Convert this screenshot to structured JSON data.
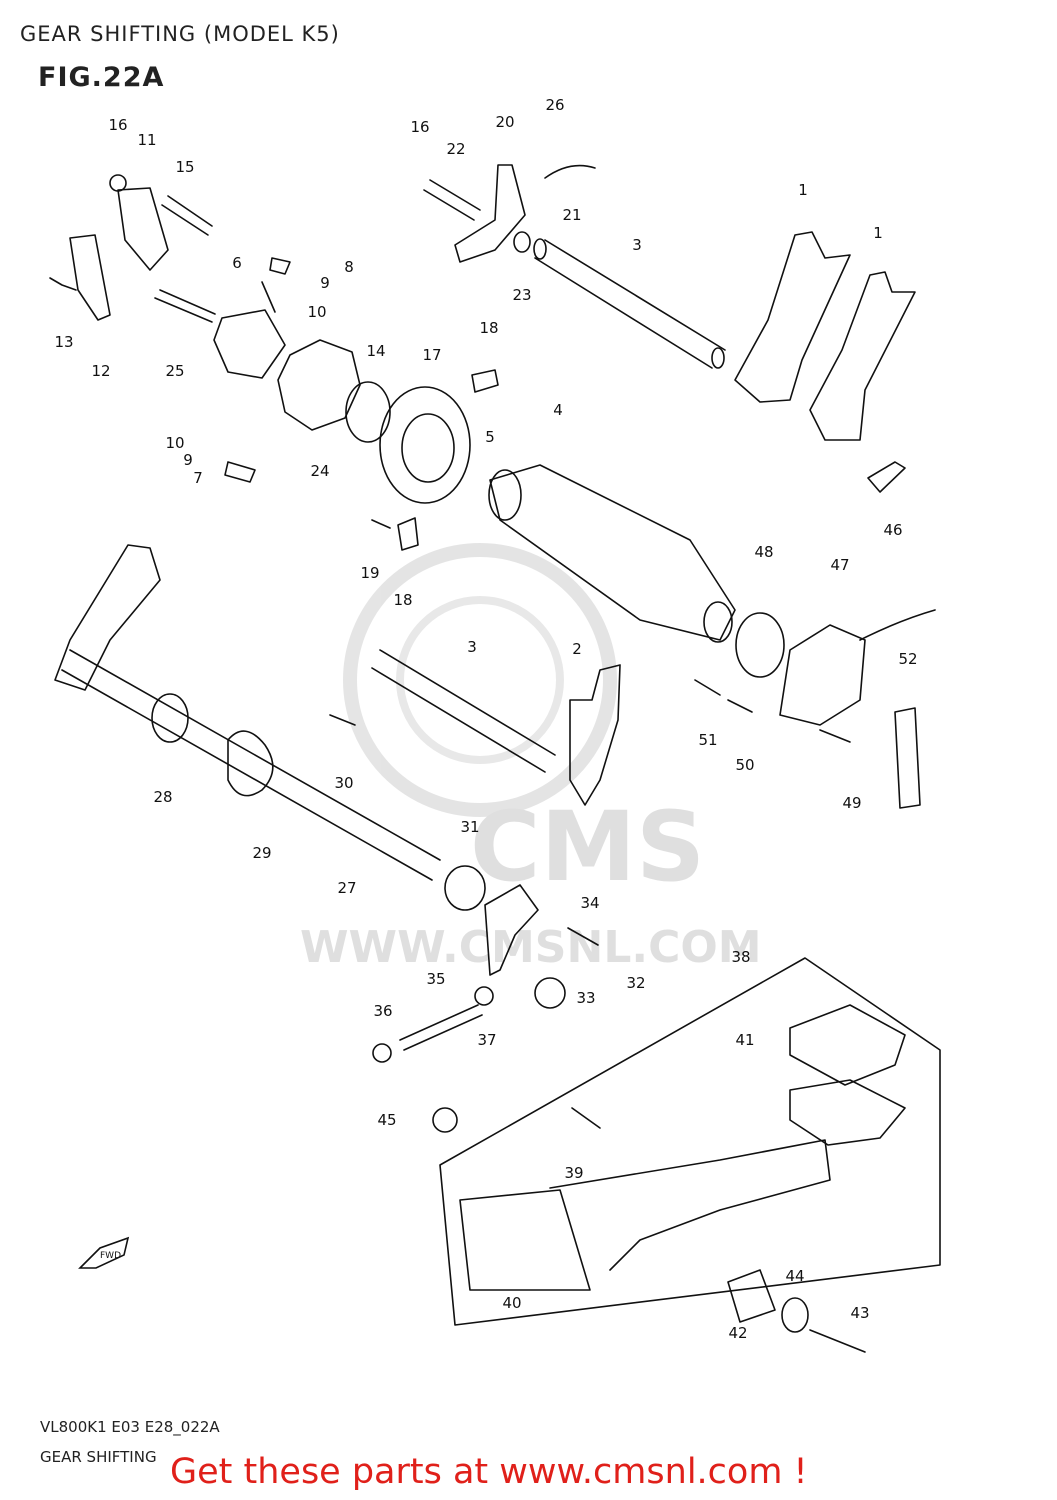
{
  "title": "GEAR SHIFTING (MODEL K5)",
  "figure": "FIG.22A",
  "footer": {
    "model_code": "VL800K1 E03 E28_022A",
    "section": "GEAR SHIFTING",
    "cta": "Get these parts at www.cmsnl.com !"
  },
  "watermark": {
    "brand": "CMS",
    "url": "WWW.CMSNL.COM"
  },
  "fwd_label": "FWD",
  "callouts": [
    {
      "num": "16"
    },
    {
      "num": "11"
    },
    {
      "num": "15"
    },
    {
      "num": "13"
    },
    {
      "num": "12"
    },
    {
      "num": "6"
    },
    {
      "num": "8"
    },
    {
      "num": "9"
    },
    {
      "num": "10"
    },
    {
      "num": "25"
    },
    {
      "num": "14"
    },
    {
      "num": "17"
    },
    {
      "num": "18"
    },
    {
      "num": "24"
    },
    {
      "num": "10"
    },
    {
      "num": "9"
    },
    {
      "num": "7"
    },
    {
      "num": "16"
    },
    {
      "num": "22"
    },
    {
      "num": "20"
    },
    {
      "num": "26"
    },
    {
      "num": "21"
    },
    {
      "num": "23"
    },
    {
      "num": "3"
    },
    {
      "num": "1"
    },
    {
      "num": "1"
    },
    {
      "num": "4"
    },
    {
      "num": "5"
    },
    {
      "num": "46"
    },
    {
      "num": "19"
    },
    {
      "num": "18"
    },
    {
      "num": "48"
    },
    {
      "num": "47"
    },
    {
      "num": "52"
    },
    {
      "num": "3"
    },
    {
      "num": "2"
    },
    {
      "num": "51"
    },
    {
      "num": "50"
    },
    {
      "num": "49"
    },
    {
      "num": "30"
    },
    {
      "num": "28"
    },
    {
      "num": "29"
    },
    {
      "num": "27"
    },
    {
      "num": "31"
    },
    {
      "num": "34"
    },
    {
      "num": "32"
    },
    {
      "num": "33"
    },
    {
      "num": "38"
    },
    {
      "num": "35"
    },
    {
      "num": "36"
    },
    {
      "num": "37"
    },
    {
      "num": "41"
    },
    {
      "num": "45"
    },
    {
      "num": "39"
    },
    {
      "num": "40"
    },
    {
      "num": "44"
    },
    {
      "num": "43"
    },
    {
      "num": "42"
    }
  ]
}
